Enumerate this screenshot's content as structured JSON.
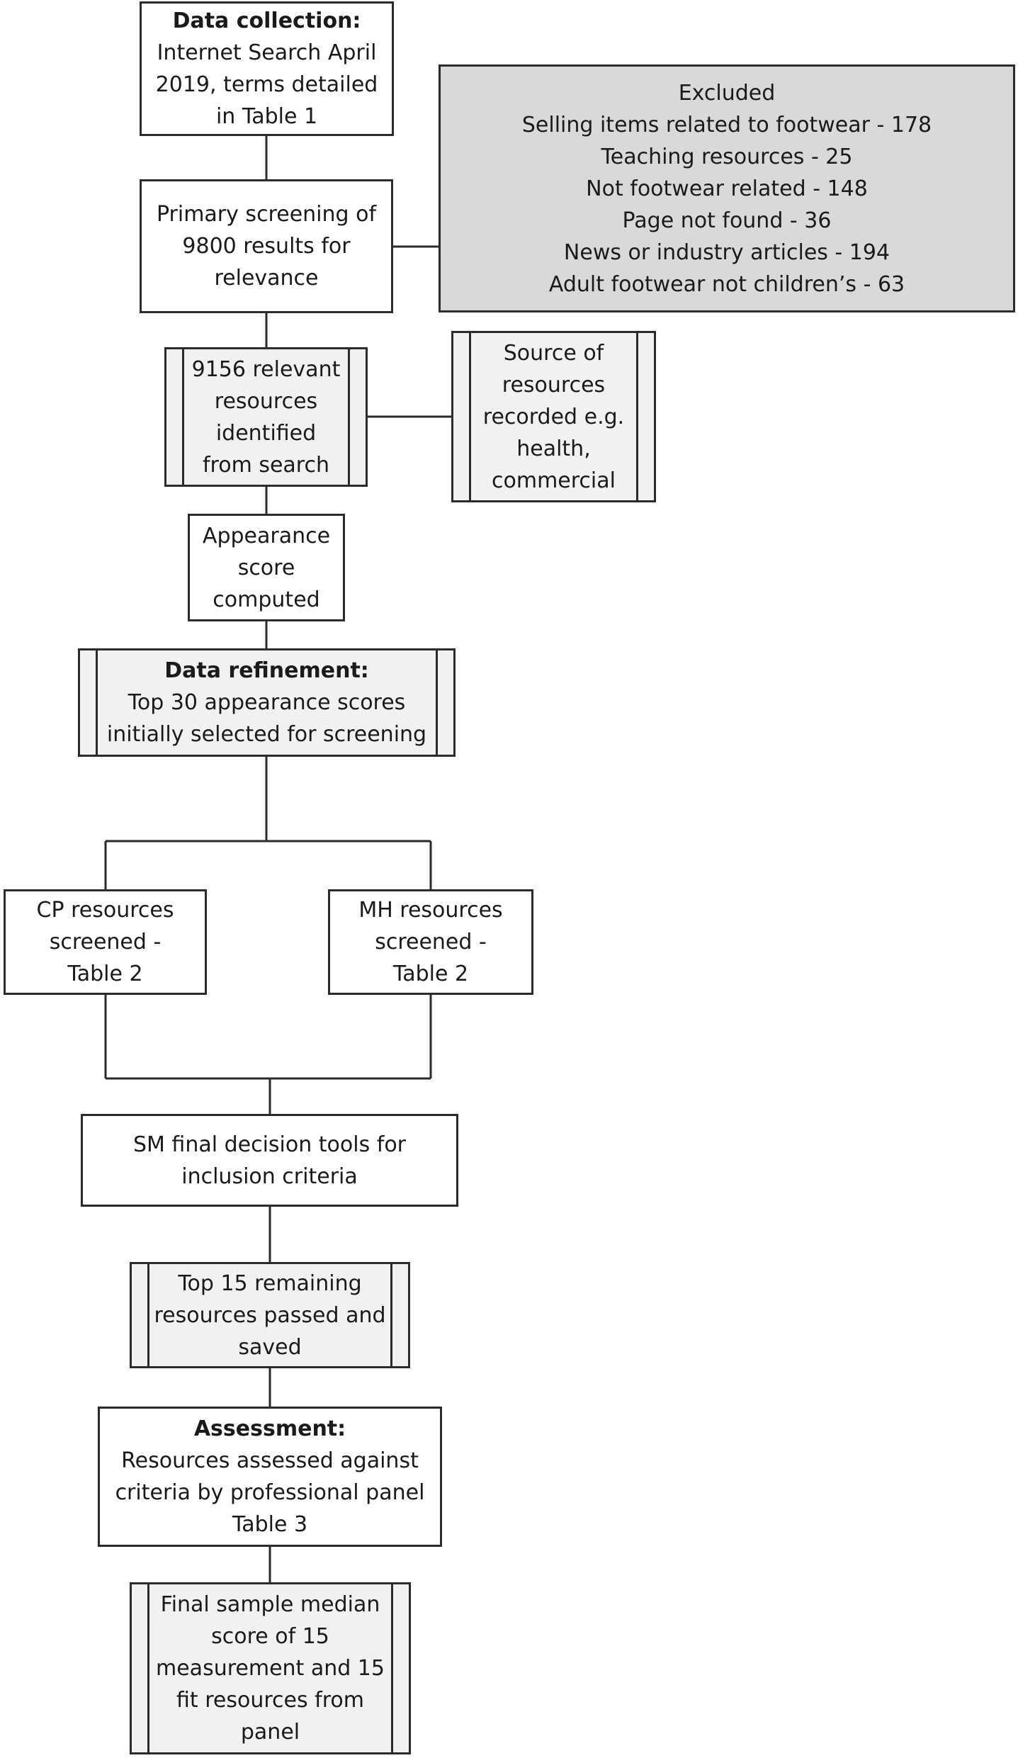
{
  "boxes": {
    "data_collection": {
      "heading": "Data collection:",
      "lines": [
        "Internet Search April",
        "2019, terms detailed",
        "in Table 1"
      ]
    },
    "excluded": {
      "lines": [
        "Excluded",
        "Selling items related to footwear - 178",
        "Teaching resources - 25",
        "Not footwear related - 148",
        "Page not found - 36",
        "News or industry articles - 194",
        "Adult footwear not children’s - 63"
      ]
    },
    "primary_screening": {
      "lines": [
        "Primary screening of",
        "9800 results for",
        "relevance"
      ]
    },
    "relevant_resources": {
      "lines": [
        "9156 relevant",
        "resources",
        "identified",
        "from search"
      ]
    },
    "source_recorded": {
      "lines": [
        "Source of",
        "resources",
        "recorded e.g.",
        "health,",
        "commercial"
      ]
    },
    "appearance_score": {
      "lines": [
        "Appearance",
        "score",
        "computed"
      ]
    },
    "data_refinement": {
      "heading": "Data refinement:",
      "lines": [
        "Top 30 appearance scores",
        "initially selected for screening"
      ]
    },
    "cp_resources": {
      "lines": [
        "CP resources",
        "screened -",
        "Table 2"
      ]
    },
    "mh_resources": {
      "lines": [
        "MH resources",
        "screened -",
        "Table 2"
      ]
    },
    "sm_final": {
      "lines": [
        "SM final decision tools for",
        "inclusion criteria"
      ]
    },
    "top15": {
      "lines": [
        "Top 15 remaining",
        "resources passed and",
        "saved"
      ]
    },
    "assessment": {
      "heading": "Assessment:",
      "lines": [
        "Resources assessed against",
        "criteria by professional panel",
        "Table 3"
      ]
    },
    "final_sample": {
      "lines": [
        "Final sample median",
        "score of 15",
        "measurement and 15",
        "fit resources from",
        "panel"
      ]
    }
  }
}
